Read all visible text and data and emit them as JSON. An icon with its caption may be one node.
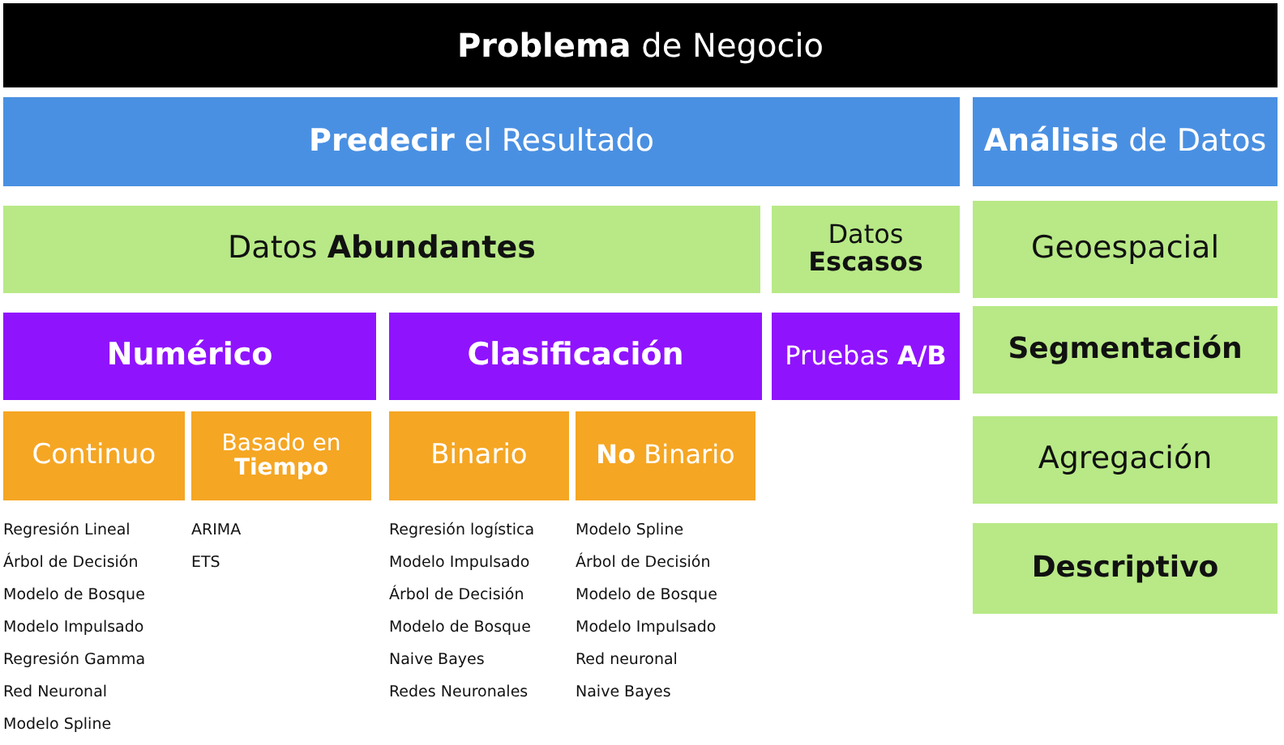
{
  "diagram": {
    "nodes": [
      {
        "text": [
          "**Problema** de Negocio"
        ]
      },
      {
        "text": [
          "**Predecir** el Resultado"
        ]
      },
      {
        "text": [
          "**Análisis** de Datos"
        ]
      },
      {
        "text": [
          "Datos **Abundantes**"
        ]
      },
      {
        "text": [
          "Datos **Escasos**"
        ]
      },
      {
        "text": [
          "Geoespacial"
        ]
      },
      {
        "text": [
          "Numérico"
        ]
      },
      {
        "text": [
          "Clasificación"
        ]
      },
      {
        "text": [
          "Pruebas **A/B**"
        ]
      },
      {
        "text": [
          "Segmentación"
        ]
      },
      {
        "text": [
          "Continuo"
        ]
      },
      {
        "text": [
          "Basado en **Tiempo**"
        ]
      },
      {
        "text": [
          "Binario"
        ]
      },
      {
        "text": [
          "**No** Binario"
        ]
      },
      {
        "text": [
          "Agregación"
        ]
      },
      {
        "text": [
          "Descriptivo"
        ]
      }
    ],
    "labels": [
      "Regresión Lineal",
      "Árbol de Decisión",
      "Modelo de Bosque",
      "Modelo Impulsado",
      "Regresión Gamma",
      "Red Neuronal",
      "Modelo Spline",
      "ARIMA",
      "ETS",
      "Regresión logística",
      "Modelo Impulsado",
      "Árbol de Decisión",
      "Modelo de Bosque",
      "Naive Bayes",
      "Redes Neuronales",
      "Modelo Spline",
      "Árbol de Decisión",
      "Modelo de Bosque",
      "Modelo Impulsado",
      "Red neuronal",
      "Naive Bayes"
    ]
  }
}
